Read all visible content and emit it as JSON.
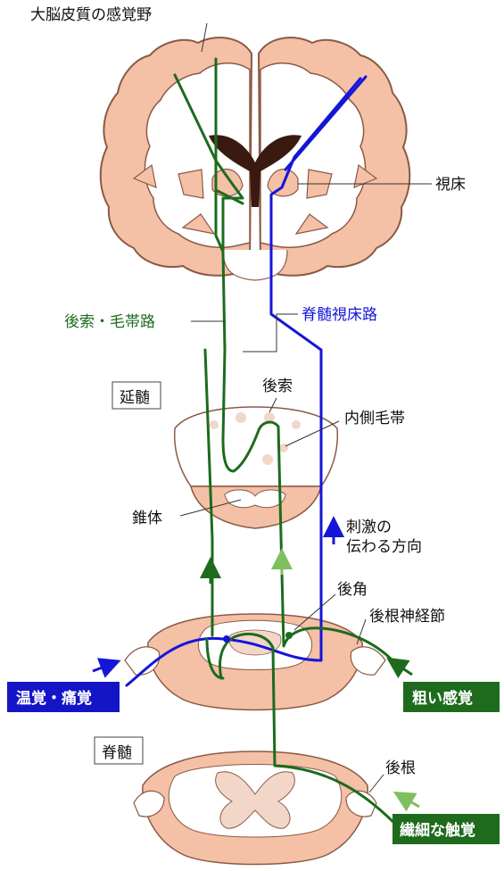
{
  "labels": {
    "cortex": "大脳皮質の感覚野",
    "thalamus": "視床",
    "dorsal_column_path": "後索・毛帯路",
    "spinothalamic_path": "脊髄視床路",
    "medulla": "延髄",
    "dorsal_column": "後索",
    "medial_lemniscus": "内側毛帯",
    "pyramid": "錐体",
    "direction_line1": "刺激の",
    "direction_line2": "伝わる方向",
    "dorsal_horn": "後角",
    "dorsal_root_ganglion": "後根神経節",
    "temp_pain": "温覚・痛覚",
    "coarse_touch": "粗い感覚",
    "spinal_cord": "脊髄",
    "dorsal_root": "後根",
    "fine_touch": "繊細な触覚"
  },
  "colors": {
    "green_path": "#1d6b1d",
    "blue_path": "#1515d8",
    "tissue": "#f4c0a6",
    "tissue_outline": "#8a5a46",
    "gray_matter_light": "#f2d6c8",
    "ventricle": "#3a1a10",
    "green_box": "#1e6b1e",
    "blue_box": "#1515c8",
    "light_arrow": "#7fbf5f"
  }
}
